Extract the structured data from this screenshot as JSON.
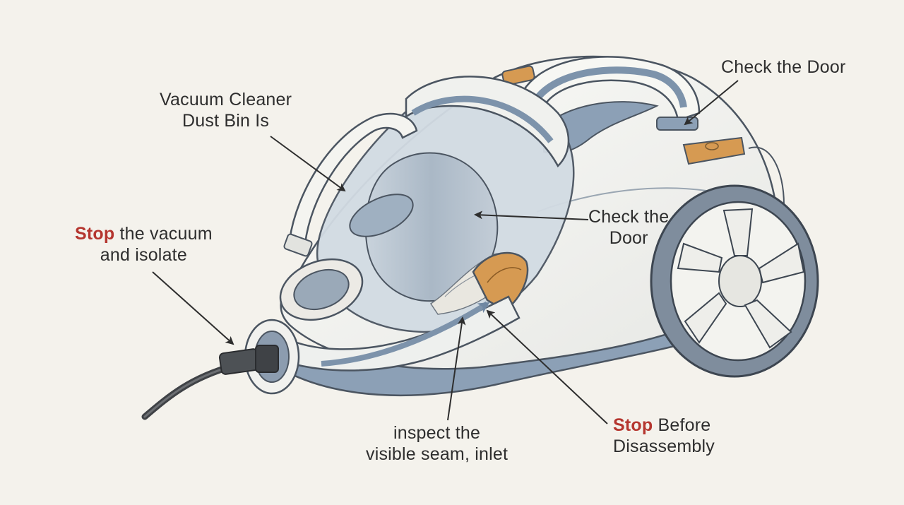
{
  "diagram": {
    "colors": {
      "background": "#f4f2ec",
      "body": "#f6f5f1",
      "accent_blue": "#7d93ab",
      "orange": "#d69a52",
      "stop_red": "#b5362f",
      "ink": "#2e2e2e"
    },
    "labels": {
      "dust_bin": {
        "line1": "Vacuum Cleaner",
        "line2": "Dust Bin Is"
      },
      "check_door_top": {
        "text": "Check the Door"
      },
      "check_door_mid": {
        "line1": "Check the",
        "line2": "Door"
      },
      "stop_isolate": {
        "stop": "Stop",
        "rest1": " the vacuum",
        "line2": "and isolate"
      },
      "inspect": {
        "line1": "inspect the",
        "line2": "visible seam, inlet"
      },
      "stop_disassembly": {
        "stop": "Stop",
        "rest1": " Before",
        "line2": "Disassembly"
      }
    },
    "icons": [
      "vacuum-cleaner-illustration",
      "power-plug-icon",
      "wheel-icon",
      "dust-bin-icon",
      "release-latch-icon"
    ]
  }
}
